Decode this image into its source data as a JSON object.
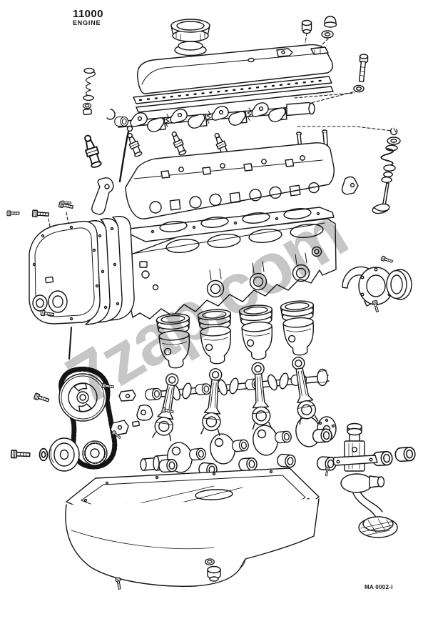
{
  "page": {
    "background": "#ffffff",
    "ink": "#151515"
  },
  "header": {
    "group_code": "11000",
    "group_name": "ENGINE"
  },
  "watermark": {
    "text": "7zap.com",
    "color": "#c6c6c6"
  },
  "footer": {
    "drawing_code": "MA 0002-I"
  },
  "diagram": {
    "parts": [
      "oil-filler-cap",
      "valve-cover",
      "cover-gasket",
      "rocker-shaft-assembly",
      "spark-plugs",
      "engine-hanger",
      "cylinder-head",
      "head-gasket",
      "valve-with-spring",
      "cylinder-block",
      "timing-cover-gaskets",
      "timing-chain-cover",
      "rear-oil-seal-retainer",
      "pistons-with-rings",
      "camshaft",
      "connecting-rods",
      "crankshaft",
      "main-bearing-shells",
      "timing-chain",
      "camshaft-sprocket",
      "crankshaft-sprocket",
      "chain-tensioner",
      "crankshaft-pulley",
      "oil-pump-with-strainer",
      "oil-pan",
      "drain-plug",
      "bolts-and-fixings"
    ]
  }
}
